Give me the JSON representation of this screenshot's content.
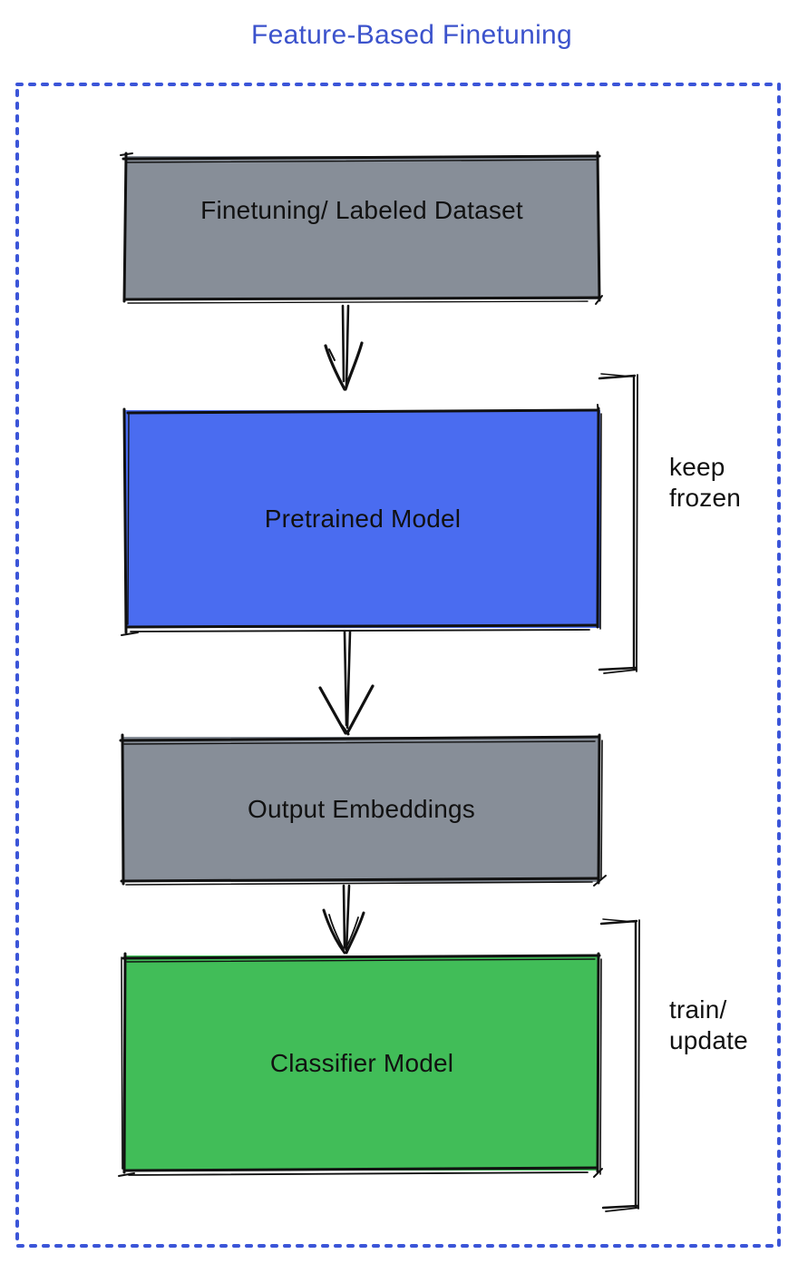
{
  "title": {
    "text": "Feature-Based Finetuning",
    "color": "#3C53CC"
  },
  "diagram": {
    "border_color": "#3B55D8",
    "stroke_color": "#111111",
    "nodes": [
      {
        "id": "dataset",
        "label": "Finetuning/ Labeled Dataset",
        "fill": "#878E98"
      },
      {
        "id": "pretrained",
        "label": "Pretrained Model",
        "fill": "#4A6CF0"
      },
      {
        "id": "embeddings",
        "label": "Output Embeddings",
        "fill": "#878E98"
      },
      {
        "id": "classifier",
        "label": "Classifier Model",
        "fill": "#41BD58"
      }
    ],
    "annotations": [
      {
        "target": "pretrained",
        "label": "keep frozen"
      },
      {
        "target": "classifier",
        "label": "train/ update"
      }
    ],
    "arrows": [
      {
        "from": "dataset",
        "to": "pretrained"
      },
      {
        "from": "pretrained",
        "to": "embeddings"
      },
      {
        "from": "embeddings",
        "to": "classifier"
      }
    ]
  }
}
